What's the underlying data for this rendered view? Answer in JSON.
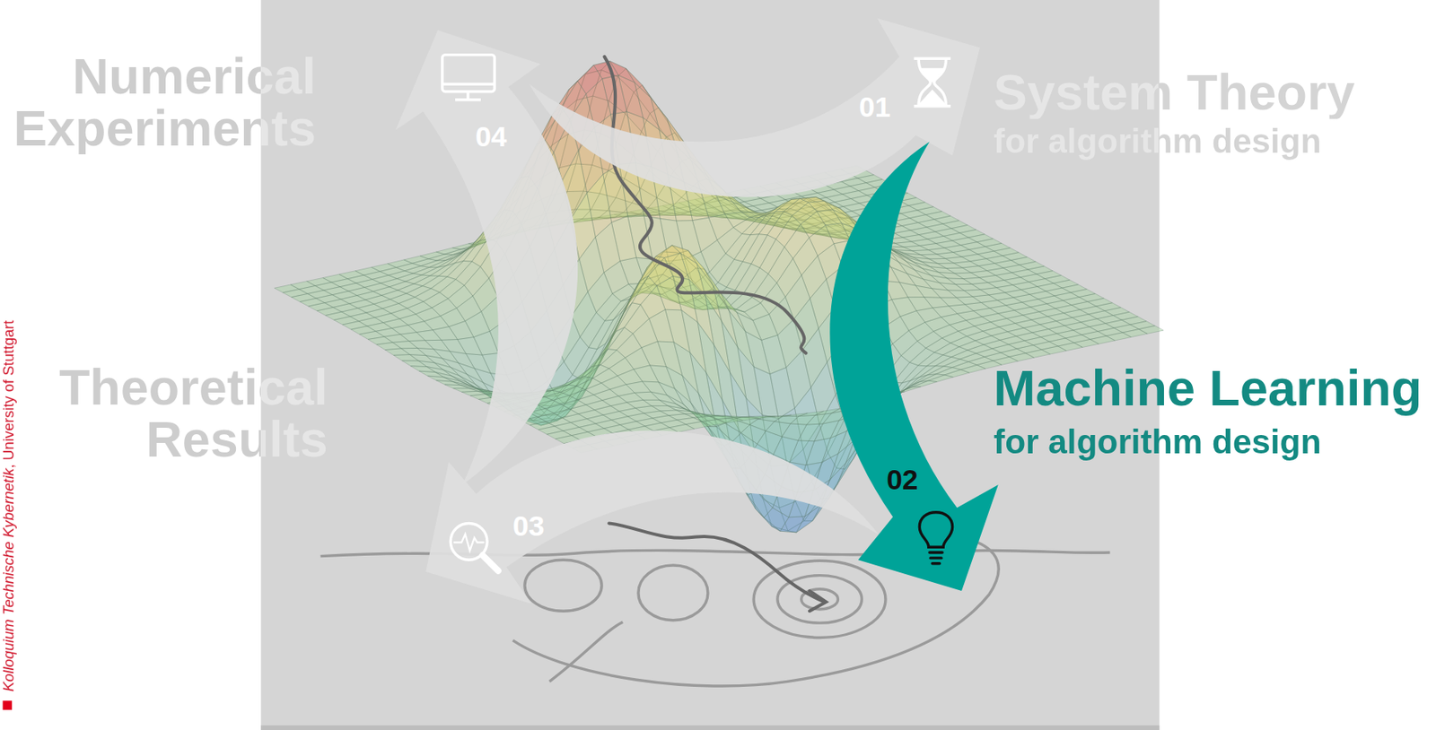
{
  "diagram": {
    "nodes": [
      {
        "text": [
          "01"
        ]
      },
      {
        "text": [
          "02"
        ]
      },
      {
        "text": [
          "03"
        ]
      },
      {
        "text": [
          "04"
        ]
      }
    ],
    "labels": [
      "Numerical Experiments",
      "System Theory",
      "for algorithm design",
      "Machine Learning",
      "for algorithm design",
      "Theoretical Results",
      "Kolloquium Technische Kybernetik",
      ", University of Stuttgart"
    ]
  }
}
